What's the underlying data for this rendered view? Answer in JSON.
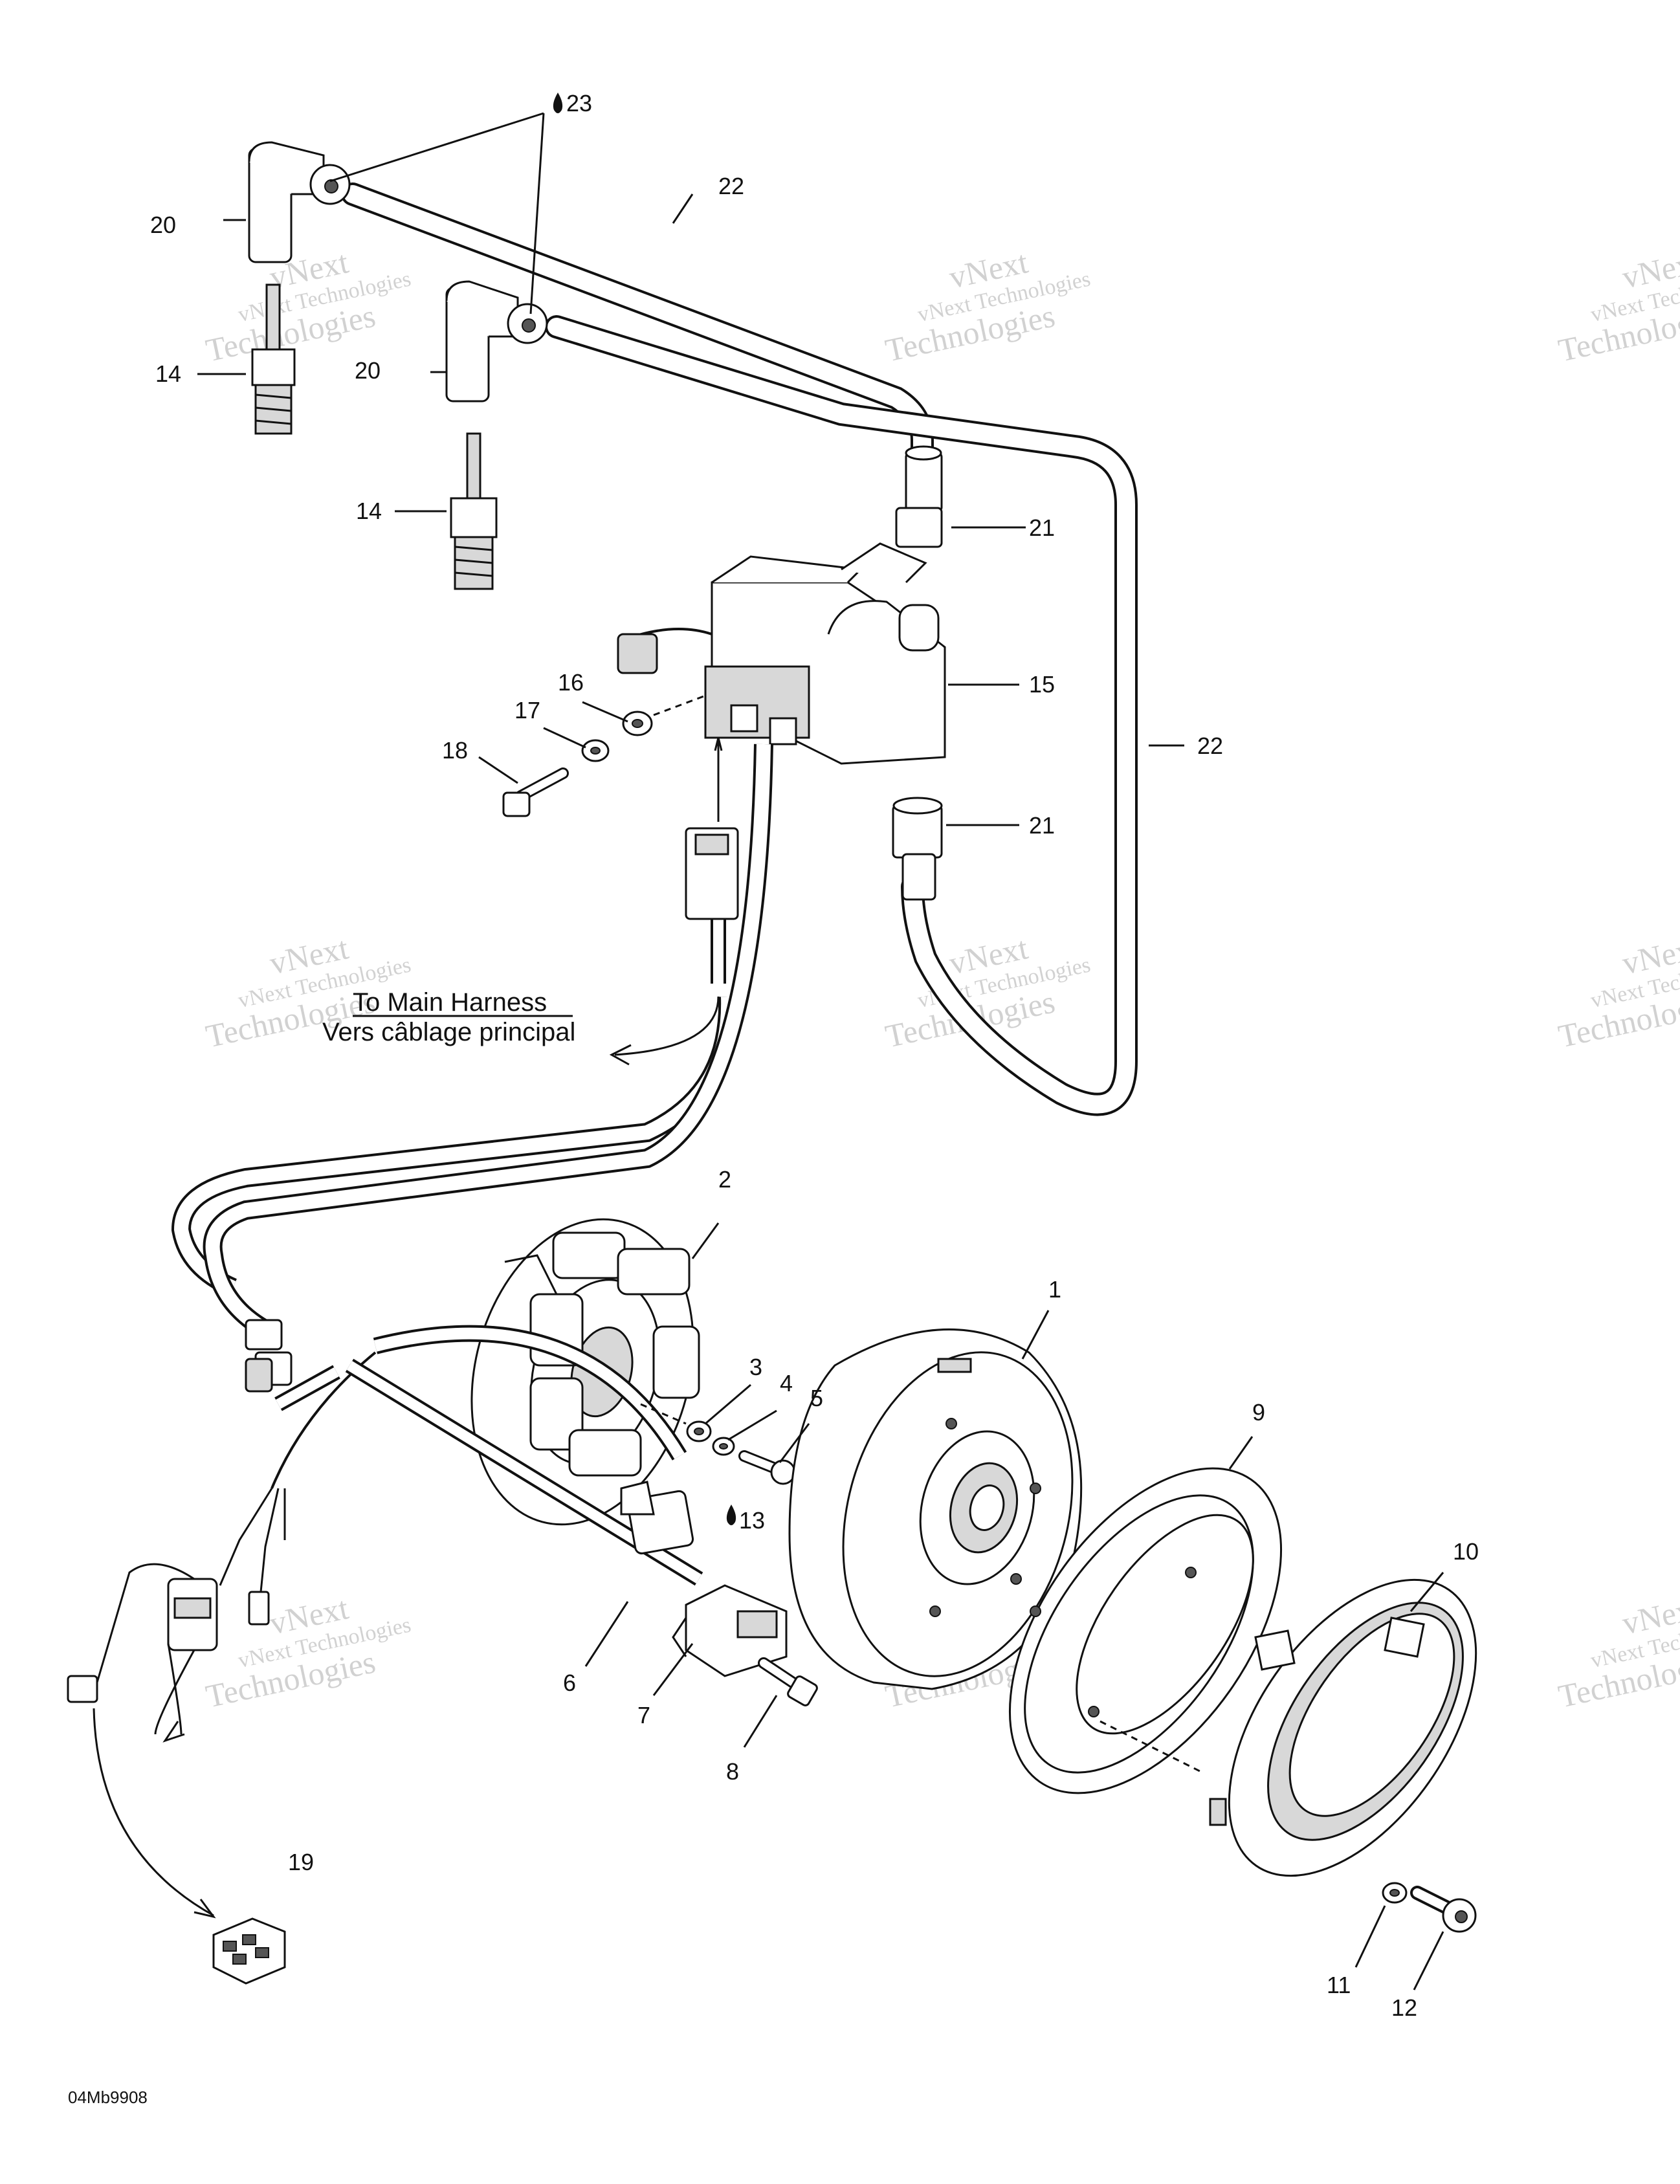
{
  "diagram": {
    "callouts": [
      {
        "id": "1",
        "label": "1"
      },
      {
        "id": "2",
        "label": "2"
      },
      {
        "id": "3",
        "label": "3"
      },
      {
        "id": "4",
        "label": "4"
      },
      {
        "id": "5",
        "label": "5"
      },
      {
        "id": "6",
        "label": "6"
      },
      {
        "id": "7",
        "label": "7"
      },
      {
        "id": "8",
        "label": "8"
      },
      {
        "id": "9",
        "label": "9"
      },
      {
        "id": "10",
        "label": "10"
      },
      {
        "id": "11",
        "label": "11"
      },
      {
        "id": "12",
        "label": "12"
      },
      {
        "id": "13",
        "label": "13"
      },
      {
        "id": "14a",
        "label": "14"
      },
      {
        "id": "14b",
        "label": "14"
      },
      {
        "id": "15",
        "label": "15"
      },
      {
        "id": "16",
        "label": "16"
      },
      {
        "id": "17",
        "label": "17"
      },
      {
        "id": "18",
        "label": "18"
      },
      {
        "id": "19",
        "label": "19"
      },
      {
        "id": "20a",
        "label": "20"
      },
      {
        "id": "20b",
        "label": "20"
      },
      {
        "id": "21a",
        "label": "21"
      },
      {
        "id": "21b",
        "label": "21"
      },
      {
        "id": "22a",
        "label": "22"
      },
      {
        "id": "22b",
        "label": "22"
      },
      {
        "id": "23",
        "label": "23"
      }
    ],
    "harness_label_en": "To Main Harness",
    "harness_label_fr": "Vers câblage principal",
    "drawing_code": "04Mb9908",
    "watermark_line1": "vNext Technologies",
    "watermark_line2": "vNext",
    "watermark_line3": "Technologies"
  }
}
